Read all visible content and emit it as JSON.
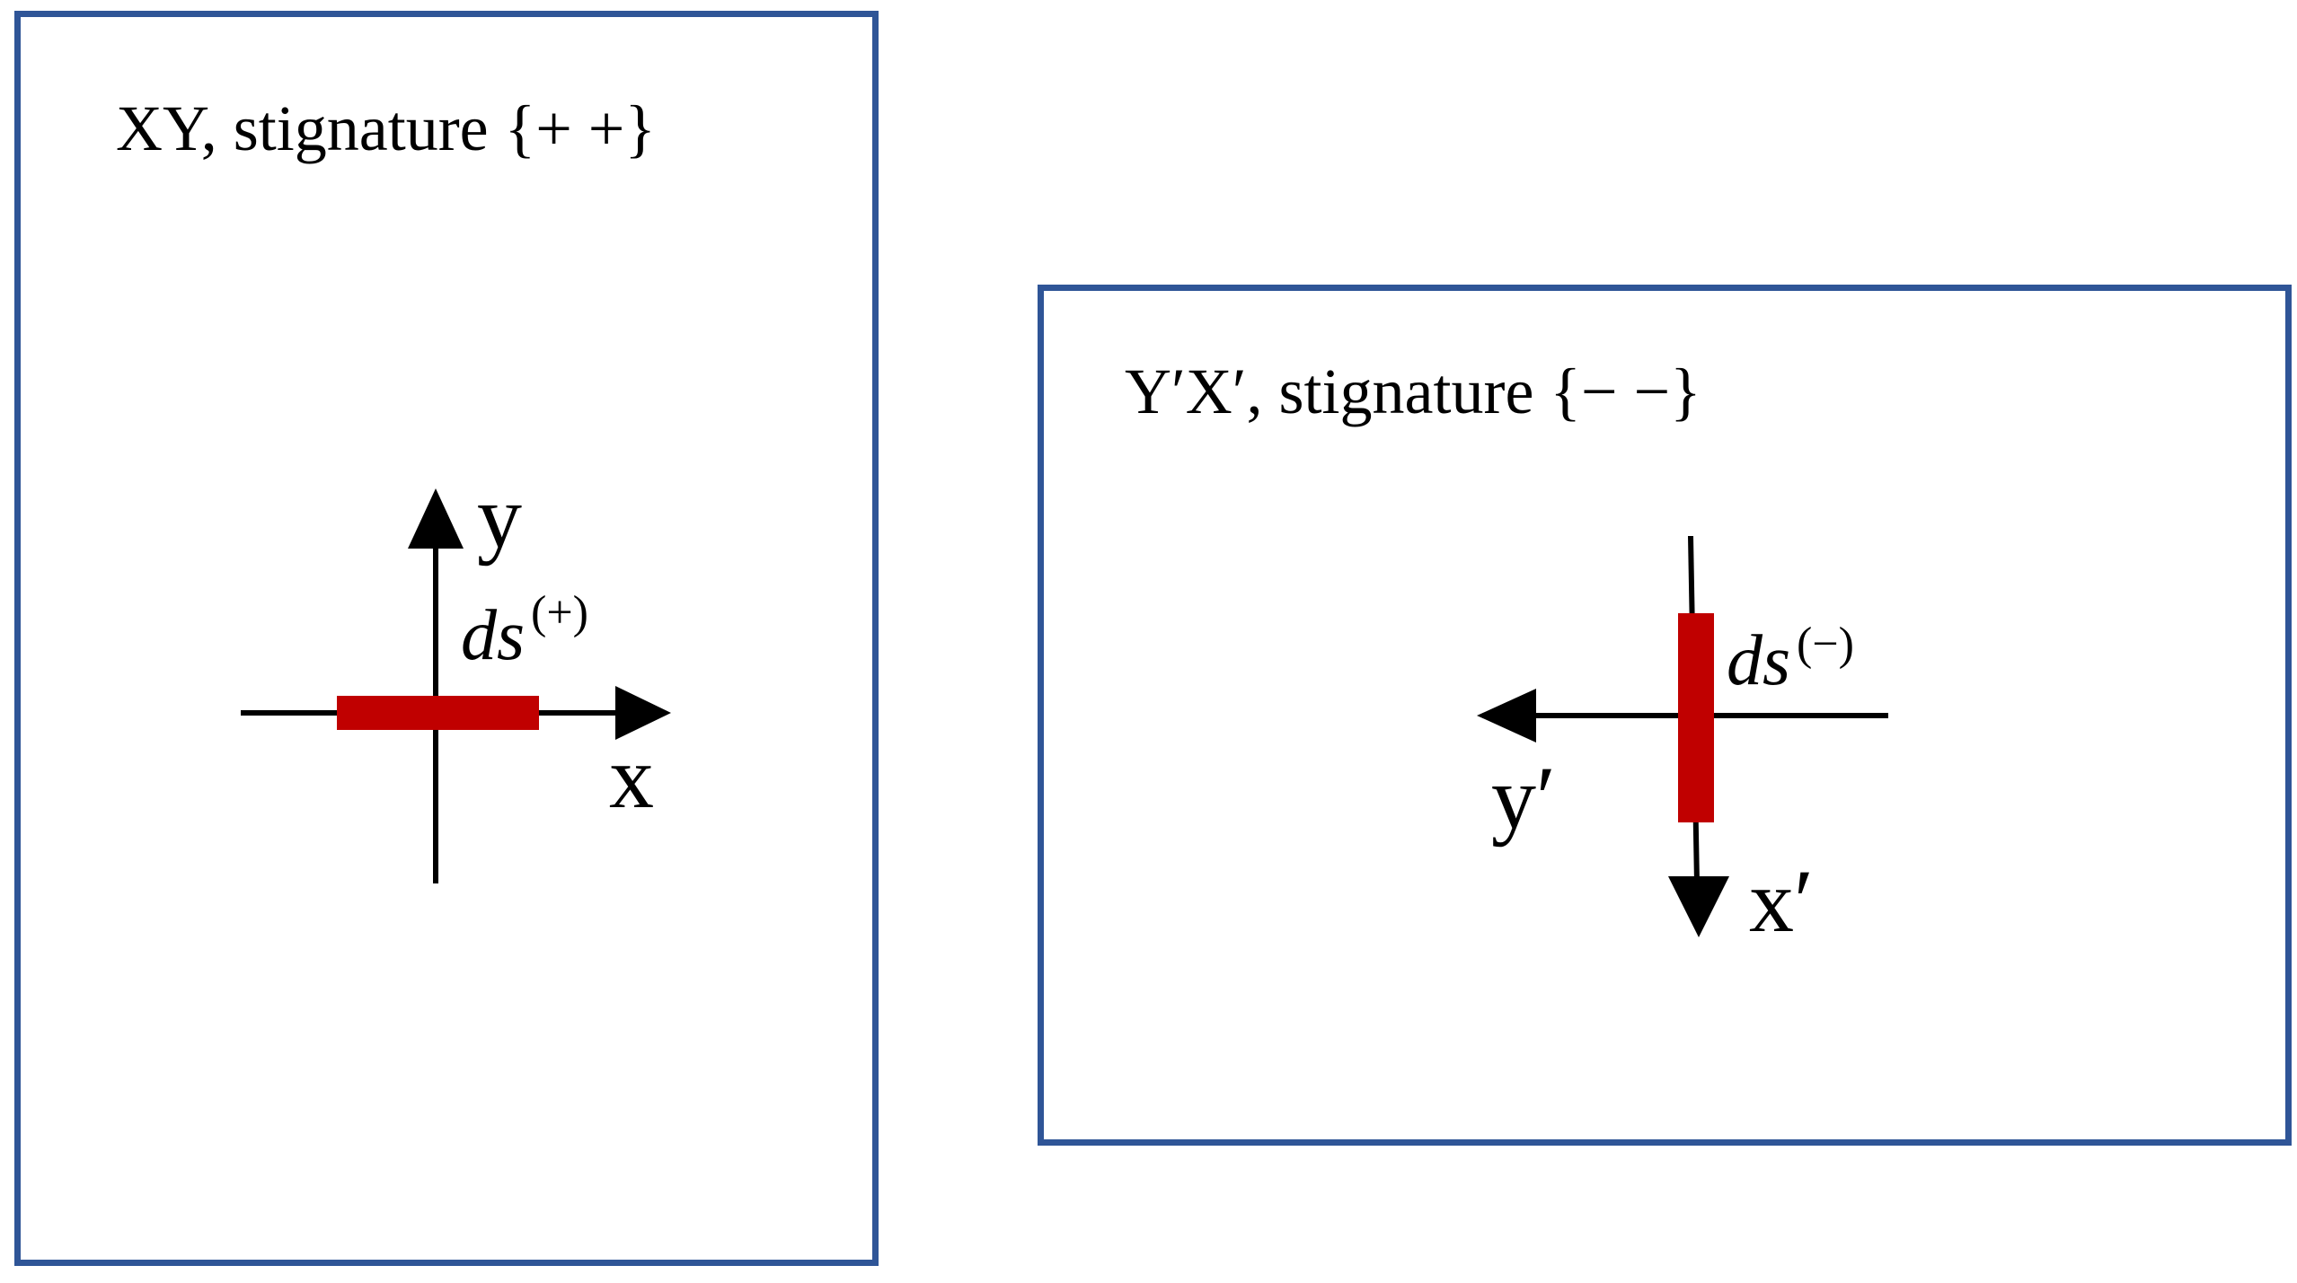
{
  "panels": {
    "left": {
      "title": "XY, stignature {+ +}",
      "x_axis_label": "x",
      "y_axis_label": "y",
      "ds_label": "ds",
      "ds_superscript": "(+)"
    },
    "right": {
      "title": "Y′X′, stignature {− −}",
      "x_axis_label": "x′",
      "y_axis_label": "y′",
      "ds_label": "ds",
      "ds_superscript": "(−)"
    }
  },
  "colors": {
    "border": "#2f5597",
    "segment": "#c00000",
    "axis": "#000000"
  }
}
